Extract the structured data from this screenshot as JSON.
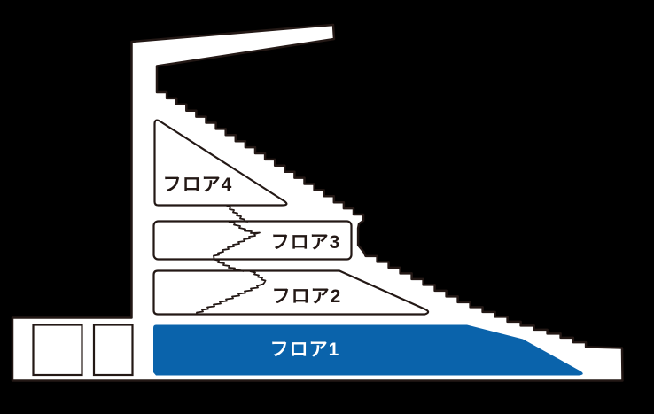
{
  "diagram": {
    "floors": [
      {
        "label": "フロア1",
        "selected": true
      },
      {
        "label": "フロア2",
        "selected": false
      },
      {
        "label": "フロア3",
        "selected": false
      },
      {
        "label": "フロア4",
        "selected": false
      }
    ],
    "colors": {
      "background": "#000000",
      "structure": "#ffffff",
      "outline": "#231815",
      "selected_floor_fill": "#0a63ab",
      "floor_label": "#231815",
      "selected_floor_label": "#ffffff"
    }
  }
}
